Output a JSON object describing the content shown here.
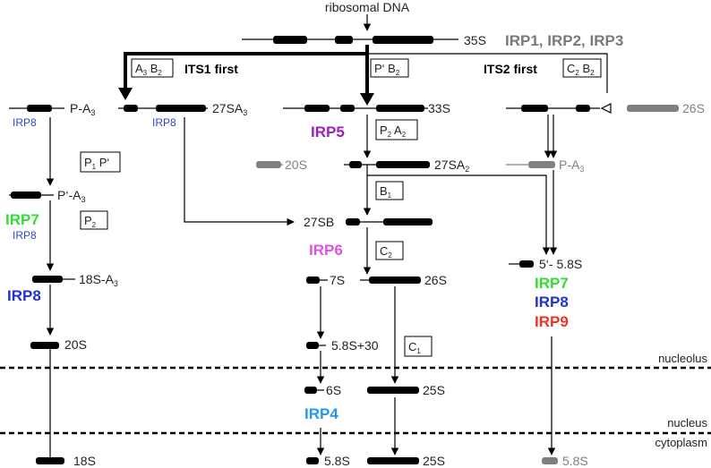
{
  "colors": {
    "black": "#000000",
    "gray": "#808080",
    "irp_gray": "#7a7a7a",
    "irp8_blue": "#2233cc",
    "irp8_small": "#3344cc",
    "irp7_green": "#33dd33",
    "irp5_purple": "#9922bb",
    "irp6_pink": "#dd55dd",
    "irp4_blue": "#2299ee",
    "irp9_red": "#ee3322"
  },
  "top": {
    "title": "ribosomal DNA",
    "label_35S": "35S",
    "irp_group": "IRP1, IRP2, IRP3"
  },
  "branches": {
    "its1_first": "ITS1 first",
    "its2_first": "ITS2 first"
  },
  "cleavage": {
    "a3b2": [
      "A",
      "3",
      " B",
      "2"
    ],
    "pprime_b2": [
      "P‘ B",
      "2"
    ],
    "c2b2": [
      "C",
      "2",
      " B",
      "2"
    ],
    "p1pprime": [
      "P",
      "1",
      " P‘"
    ],
    "p2_left": [
      "P",
      "2"
    ],
    "p2a2": [
      "P",
      "2",
      " A",
      "2"
    ],
    "b1": [
      "B",
      "1"
    ],
    "c2": [
      "C",
      "2"
    ],
    "c1": [
      "C",
      "1"
    ]
  },
  "rna": {
    "p_a3_left": [
      "P-A",
      "3"
    ],
    "sa3_27": [
      "27SA",
      "3"
    ],
    "s33": "33S",
    "s26_gray": "26S",
    "s20_gray": "20S",
    "sa2_27": [
      "27SA",
      "2"
    ],
    "p_a3_right": [
      "P-A",
      "3"
    ],
    "pprime_a3": [
      "P‘-A",
      "3"
    ],
    "sb27": "27SB",
    "s18_a3": [
      "18S-A",
      "3"
    ],
    "s7": "7S",
    "s26": "26S",
    "s58_5prime": "5‘- 5.8S",
    "s20": "20S",
    "s58_30": "5.8S+30",
    "s6": "6S",
    "s25_nuc": "25S",
    "s18": "18S",
    "s58_cyto": "5.8S",
    "s25_cyto": "25S",
    "s58_gray": "5.8S"
  },
  "irps": {
    "irp8_under_pa3": "IRP8",
    "irp8_under_27sa3": "IRP8",
    "irp5": "IRP5",
    "irp7_left": "IRP7",
    "irp8_small_left": "IRP8",
    "irp6": "IRP6",
    "irp8_big_left": "IRP8",
    "irp7_right": "IRP7",
    "irp8_right": "IRP8",
    "irp9_right": "IRP9",
    "irp4": "IRP4"
  },
  "compartments": {
    "nucleolus": "nucleolus",
    "nucleus": "nucleus",
    "cytoplasm": "cytoplasm"
  }
}
